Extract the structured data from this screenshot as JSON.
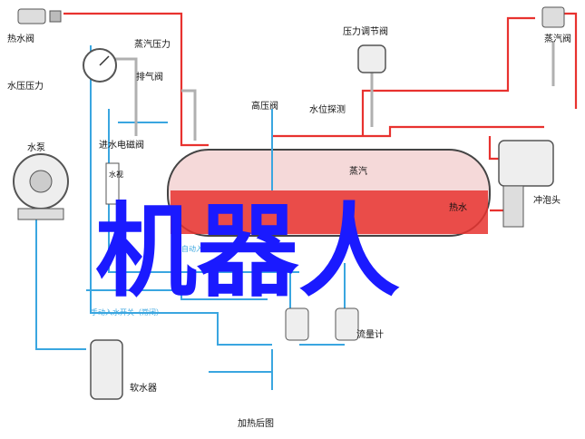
{
  "labels": {
    "hot_water_valve": "热水阀",
    "water_pressure": "水压压力",
    "steam_pressure": "蒸汽压力",
    "exhaust_valve": "排气阀",
    "pressure_regulator": "压力调节阀",
    "steam_valve": "蒸汽阀",
    "water_pump": "水泵",
    "high_pressure_valve": "高压阀",
    "water_level_probe": "水位探测",
    "inlet_solenoid": "进水电磁阀",
    "sight_glass": "水视",
    "steam": "蒸汽",
    "hot_water": "热水",
    "bubble_head": "冲泡头",
    "auto_inlet_switch": "自动入水开关（常开）",
    "manual_inlet_switch": "手动入水开关（常闭）",
    "flowmeter": "流量计",
    "softener": "软水器",
    "caption": "加热后图"
  },
  "overlay_text": "机器人",
  "colors": {
    "hot_line": "#e8322f",
    "cold_line": "#3aa6e0",
    "pipe_gray": "#b0b0b0",
    "tank_fill": "#f5d9d9",
    "overlay": "#1a1aff"
  }
}
